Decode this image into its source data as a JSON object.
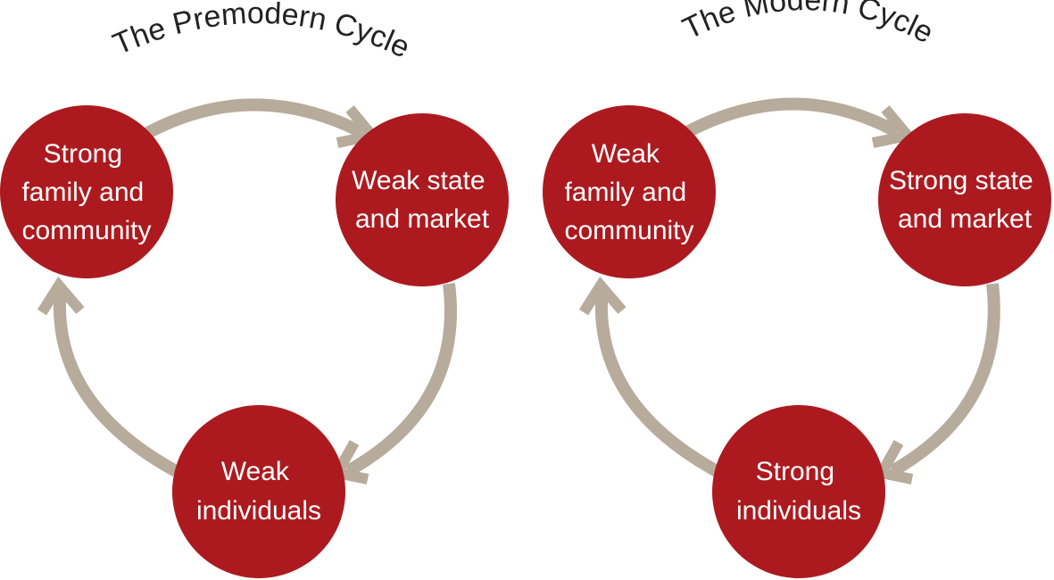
{
  "colors": {
    "node_fill": "#ac1a1f",
    "arrow": "#b7ab9b",
    "title_text": "#222222",
    "node_text": "#ffffff"
  },
  "premodern": {
    "title": "The Premodern Cycle",
    "nodes": {
      "family": [
        "Strong",
        "family and",
        "community"
      ],
      "state": [
        "Weak state",
        "and market"
      ],
      "individuals": [
        "Weak",
        "individuals"
      ]
    }
  },
  "modern": {
    "title": "The Modern Cycle",
    "nodes": {
      "family": [
        "Weak",
        "family and",
        "community"
      ],
      "state": [
        "Strong state",
        "and market"
      ],
      "individuals": [
        "Strong",
        "individuals"
      ]
    }
  }
}
